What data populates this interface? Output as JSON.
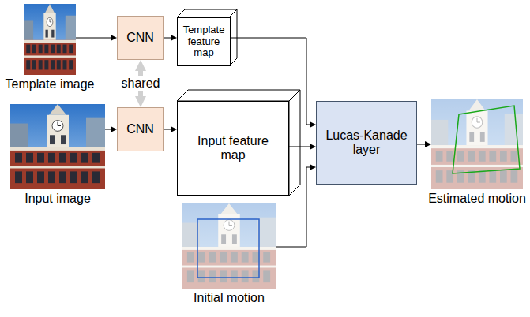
{
  "diagram": {
    "nodes": [
      {
        "text": [
          "Template image"
        ]
      },
      {
        "text": [
          "CNN"
        ]
      },
      {
        "text": [
          "Template feature map"
        ]
      },
      {
        "text": [
          "Input image"
        ]
      },
      {
        "text": [
          "CNN"
        ]
      },
      {
        "text": [
          "Input feature map"
        ]
      },
      {
        "text": [
          "Lucas-Kanade layer"
        ]
      },
      {
        "text": [
          "Estimated motion"
        ]
      },
      {
        "text": [
          "Initial motion"
        ]
      }
    ],
    "edges": [
      {
        "from": 0,
        "to": 1,
        "arrow": "to"
      },
      {
        "from": 1,
        "to": 2,
        "arrow": "to"
      },
      {
        "from": 2,
        "to": 6,
        "arrow": "to"
      },
      {
        "from": 3,
        "to": 4,
        "arrow": "to"
      },
      {
        "from": 4,
        "to": 5,
        "arrow": "to"
      },
      {
        "from": 5,
        "to": 6,
        "arrow": "to"
      },
      {
        "from": 8,
        "to": 6,
        "arrow": "to"
      },
      {
        "from": 6,
        "to": 7,
        "arrow": "to"
      },
      {
        "from": 1,
        "to": 4,
        "label": "shared",
        "arrow": "both"
      }
    ]
  }
}
